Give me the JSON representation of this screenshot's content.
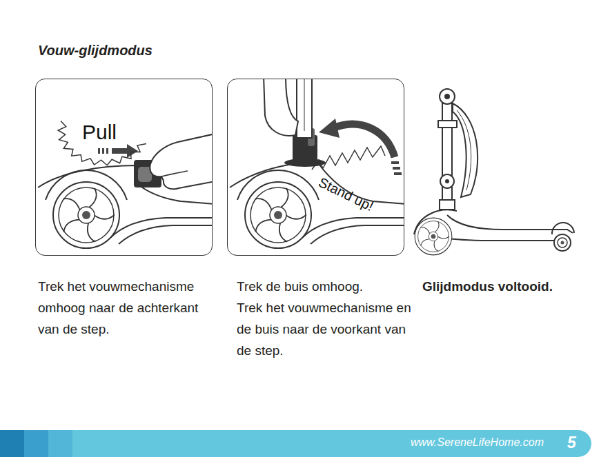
{
  "diagram": {
    "title": "Vouw-glijdmodus",
    "nodes": [
      {
        "text": [
          "Pull"
        ]
      },
      {
        "text": [
          "Stand up!"
        ]
      },
      {
        "text": [
          "www.SereneLifeHome.com",
          "5"
        ]
      }
    ],
    "labels": [
      "Trek het vouwmechanisme omhoog naar de achterkant van de step.",
      "Trek de buis omhoog.",
      "Trek het vouwmechanisme en de buis naar de voorkant van de step.",
      "Glijdmodus voltooid."
    ]
  }
}
